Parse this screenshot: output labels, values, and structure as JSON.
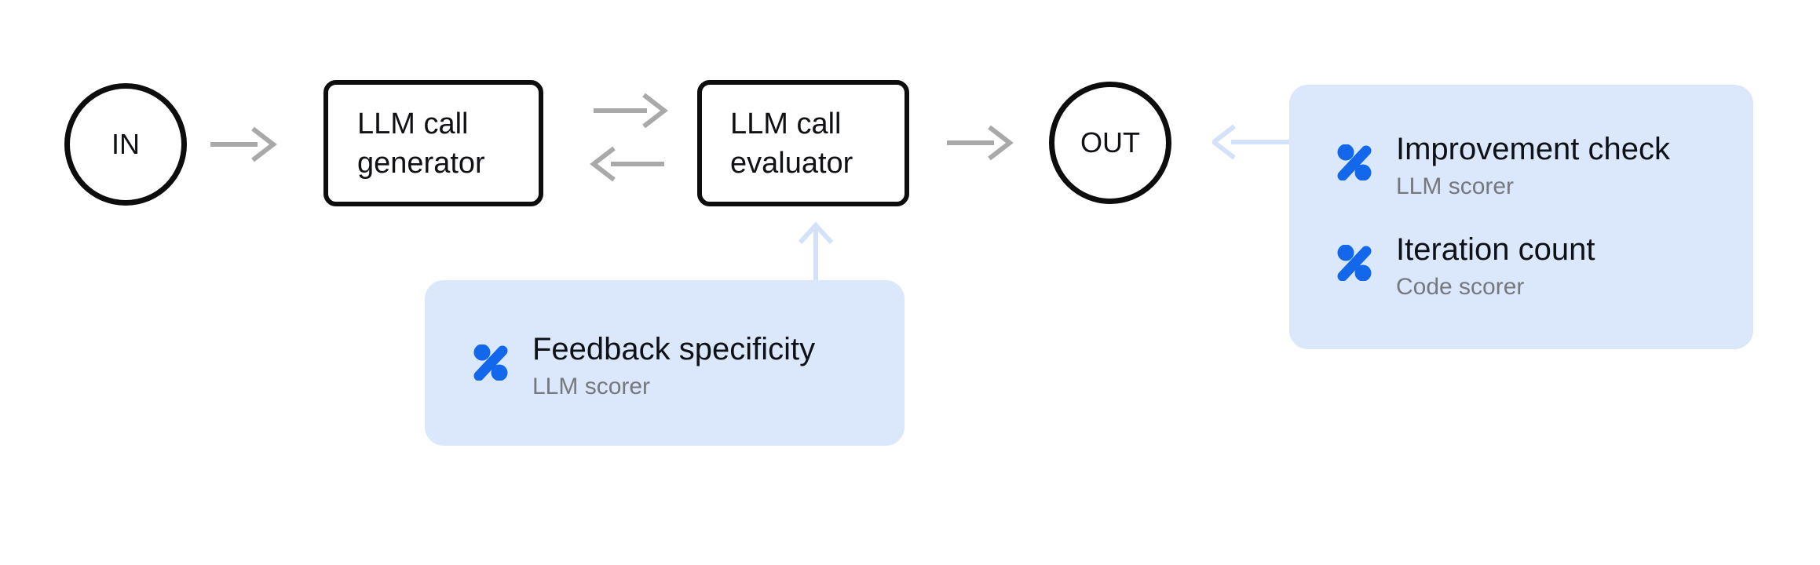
{
  "colors": {
    "background": "#ffffff",
    "node_border": "#0d0d0d",
    "node_text": "#101114",
    "gray_arrow": "#a9a9a9",
    "blue_arrow": "#d3e2f9",
    "panel_bg": "#dbe7fb",
    "icon_blue": "#1267ea",
    "title_text": "#0e1116",
    "subtitle_text": "#75787d"
  },
  "nodes": {
    "input": {
      "label": "IN"
    },
    "generator": {
      "line1": "LLM call",
      "line2": "generator"
    },
    "evaluator": {
      "line1": "LLM call",
      "line2": "evaluator"
    },
    "output": {
      "label": "OUT"
    }
  },
  "arrows": {
    "in_to_generator": "right",
    "generator_to_evaluator": "right",
    "evaluator_to_generator": "left",
    "evaluator_to_out": "right",
    "scorers_to_out": "left",
    "feedback_to_evaluator": "up"
  },
  "scorer_panels": {
    "feedback": {
      "items": [
        {
          "icon": "percent-icon",
          "title": "Feedback specificity",
          "subtitle": "LLM scorer"
        }
      ]
    },
    "output_scorers": {
      "items": [
        {
          "icon": "percent-icon",
          "title": "Improvement check",
          "subtitle": "LLM scorer"
        },
        {
          "icon": "percent-icon",
          "title": "Iteration count",
          "subtitle": "Code scorer"
        }
      ]
    }
  }
}
